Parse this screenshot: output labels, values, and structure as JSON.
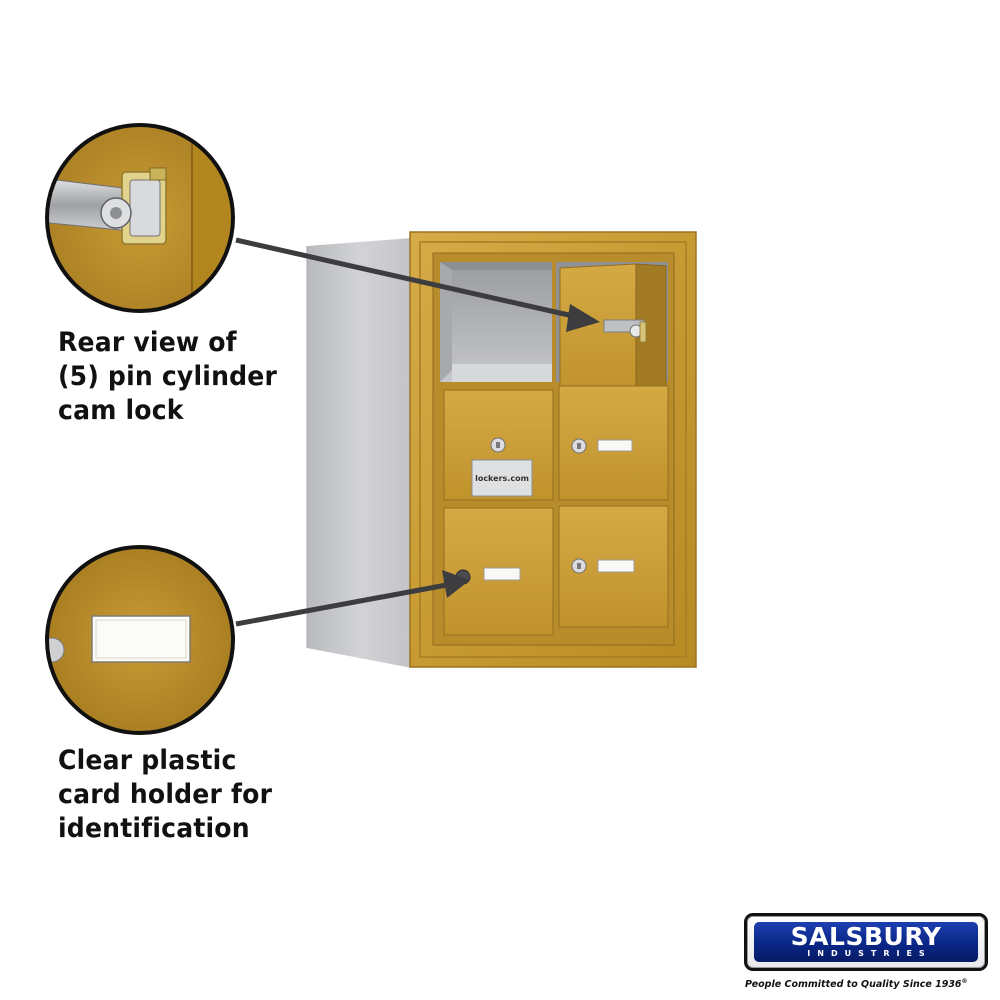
{
  "callouts": [
    {
      "lines": [
        "Rear view of",
        "(5) pin cylinder",
        "cam lock"
      ]
    },
    {
      "lines": [
        "Clear plastic",
        "card holder for",
        "identification"
      ]
    }
  ],
  "plate": {
    "brand": "lockers.com"
  },
  "brand": {
    "name": "SALSBURY",
    "sub": "INDUSTRIES",
    "tagline": "People Committed to Quality Since 1936",
    "trademark": "®"
  },
  "colors": {
    "gold": "#c4962c",
    "gold_light": "#d8ad47",
    "gold_dark": "#8e6a1b",
    "silver": "#c8c9cc",
    "logo_blue": "#0a2786"
  }
}
